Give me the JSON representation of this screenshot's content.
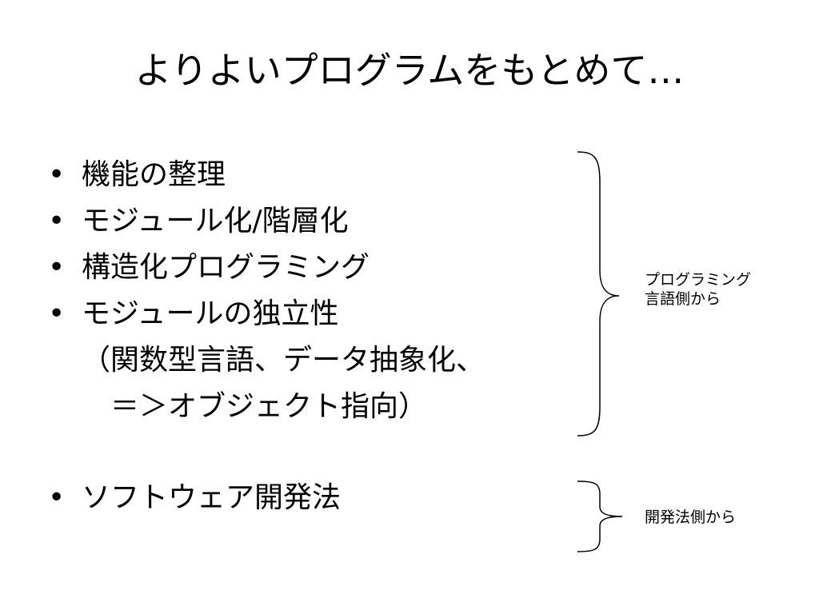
{
  "title": "よりよいプログラムをもとめて…",
  "bullets": [
    {
      "lines": [
        "機能の整理"
      ]
    },
    {
      "lines": [
        "モジュール化/階層化"
      ]
    },
    {
      "lines": [
        "構造化プログラミング"
      ]
    },
    {
      "lines": [
        "モジュールの独立性",
        "（関数型言語、データ抽象化、",
        "　＝＞オブジェクト指向）"
      ]
    },
    {
      "lines": [
        "ソフトウェア開発法"
      ]
    }
  ],
  "bullet_symbol": "•",
  "annotations": {
    "language_side": [
      "プログラミング",
      "言語側から"
    ],
    "method_side": [
      "開発法側から"
    ]
  }
}
